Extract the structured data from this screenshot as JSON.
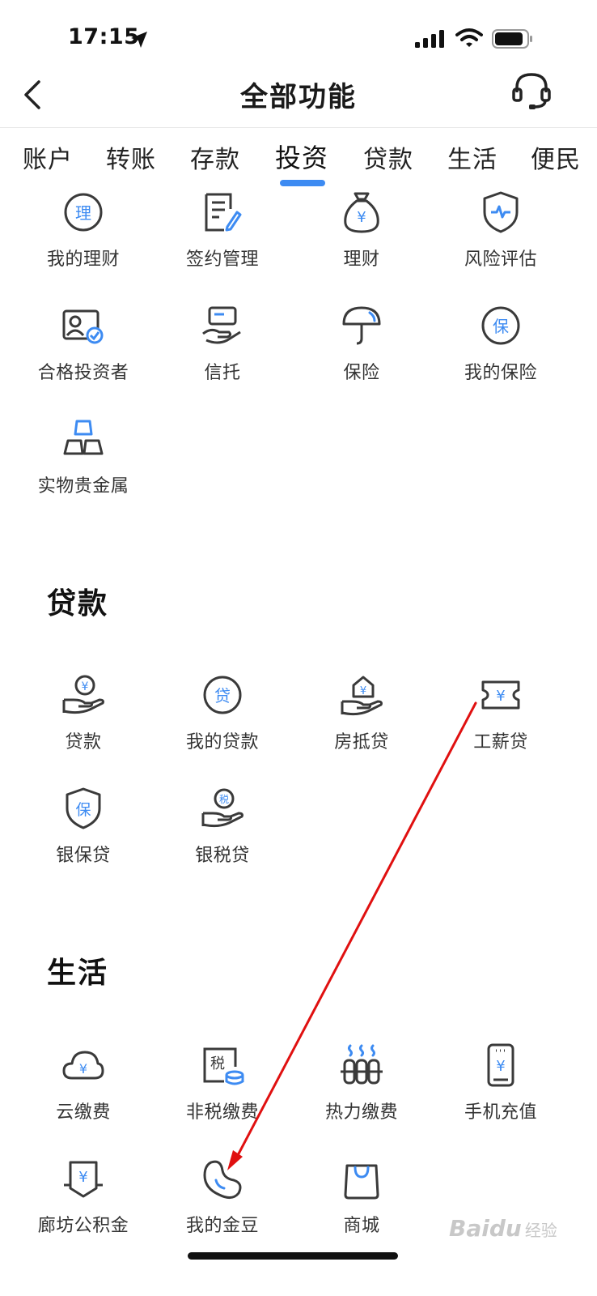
{
  "status_bar": {
    "time": "17:15"
  },
  "nav": {
    "title": "全部功能"
  },
  "tabs": [
    {
      "label": "账户"
    },
    {
      "label": "转账"
    },
    {
      "label": "存款"
    },
    {
      "label": "投资"
    },
    {
      "label": "贷款"
    },
    {
      "label": "生活"
    },
    {
      "label": "便民"
    }
  ],
  "active_tab": "投资",
  "investment": {
    "items": [
      {
        "label": "我的理财",
        "icon": "licai-badge-icon",
        "glyph": "理"
      },
      {
        "label": "签约管理",
        "icon": "contract-edit-icon"
      },
      {
        "label": "理财",
        "icon": "money-bag-icon",
        "glyph": "¥"
      },
      {
        "label": "风险评估",
        "icon": "shield-pulse-icon"
      },
      {
        "label": "合格投资者",
        "icon": "id-card-check-icon"
      },
      {
        "label": "信托",
        "icon": "hand-card-icon"
      },
      {
        "label": "保险",
        "icon": "umbrella-icon"
      },
      {
        "label": "我的保险",
        "icon": "bao-badge-icon",
        "glyph": "保"
      },
      {
        "label": "实物贵金属",
        "icon": "gold-bars-icon"
      }
    ]
  },
  "loans": {
    "title": "贷款",
    "items": [
      {
        "label": "贷款",
        "icon": "hand-yen-icon",
        "glyph": "¥"
      },
      {
        "label": "我的贷款",
        "icon": "dai-badge-icon",
        "glyph": "贷"
      },
      {
        "label": "房抵贷",
        "icon": "hand-house-icon",
        "glyph": "¥"
      },
      {
        "label": "工薪贷",
        "icon": "ticket-yen-icon",
        "glyph": "¥"
      },
      {
        "label": "银保贷",
        "icon": "shield-bao-icon",
        "glyph": "保"
      },
      {
        "label": "银税贷",
        "icon": "hand-tax-icon",
        "glyph": "税"
      }
    ]
  },
  "life": {
    "title": "生活",
    "items": [
      {
        "label": "云缴费",
        "icon": "cloud-yen-icon",
        "glyph": "¥"
      },
      {
        "label": "非税缴费",
        "icon": "tax-coins-icon",
        "glyph": "税"
      },
      {
        "label": "热力缴费",
        "icon": "radiator-icon"
      },
      {
        "label": "手机充值",
        "icon": "phone-yen-icon",
        "glyph": "¥"
      },
      {
        "label": "廊坊公积金",
        "icon": "fund-yen-icon",
        "glyph": "¥"
      },
      {
        "label": "我的金豆",
        "icon": "bean-icon"
      },
      {
        "label": "商城",
        "icon": "shopping-bag-icon"
      }
    ]
  },
  "watermark": {
    "brand": "Baidu",
    "suffix": "经验"
  },
  "colors": {
    "accent": "#3d8bf2",
    "icon_stroke": "#3a3a3a",
    "annotation": "#e01010"
  }
}
